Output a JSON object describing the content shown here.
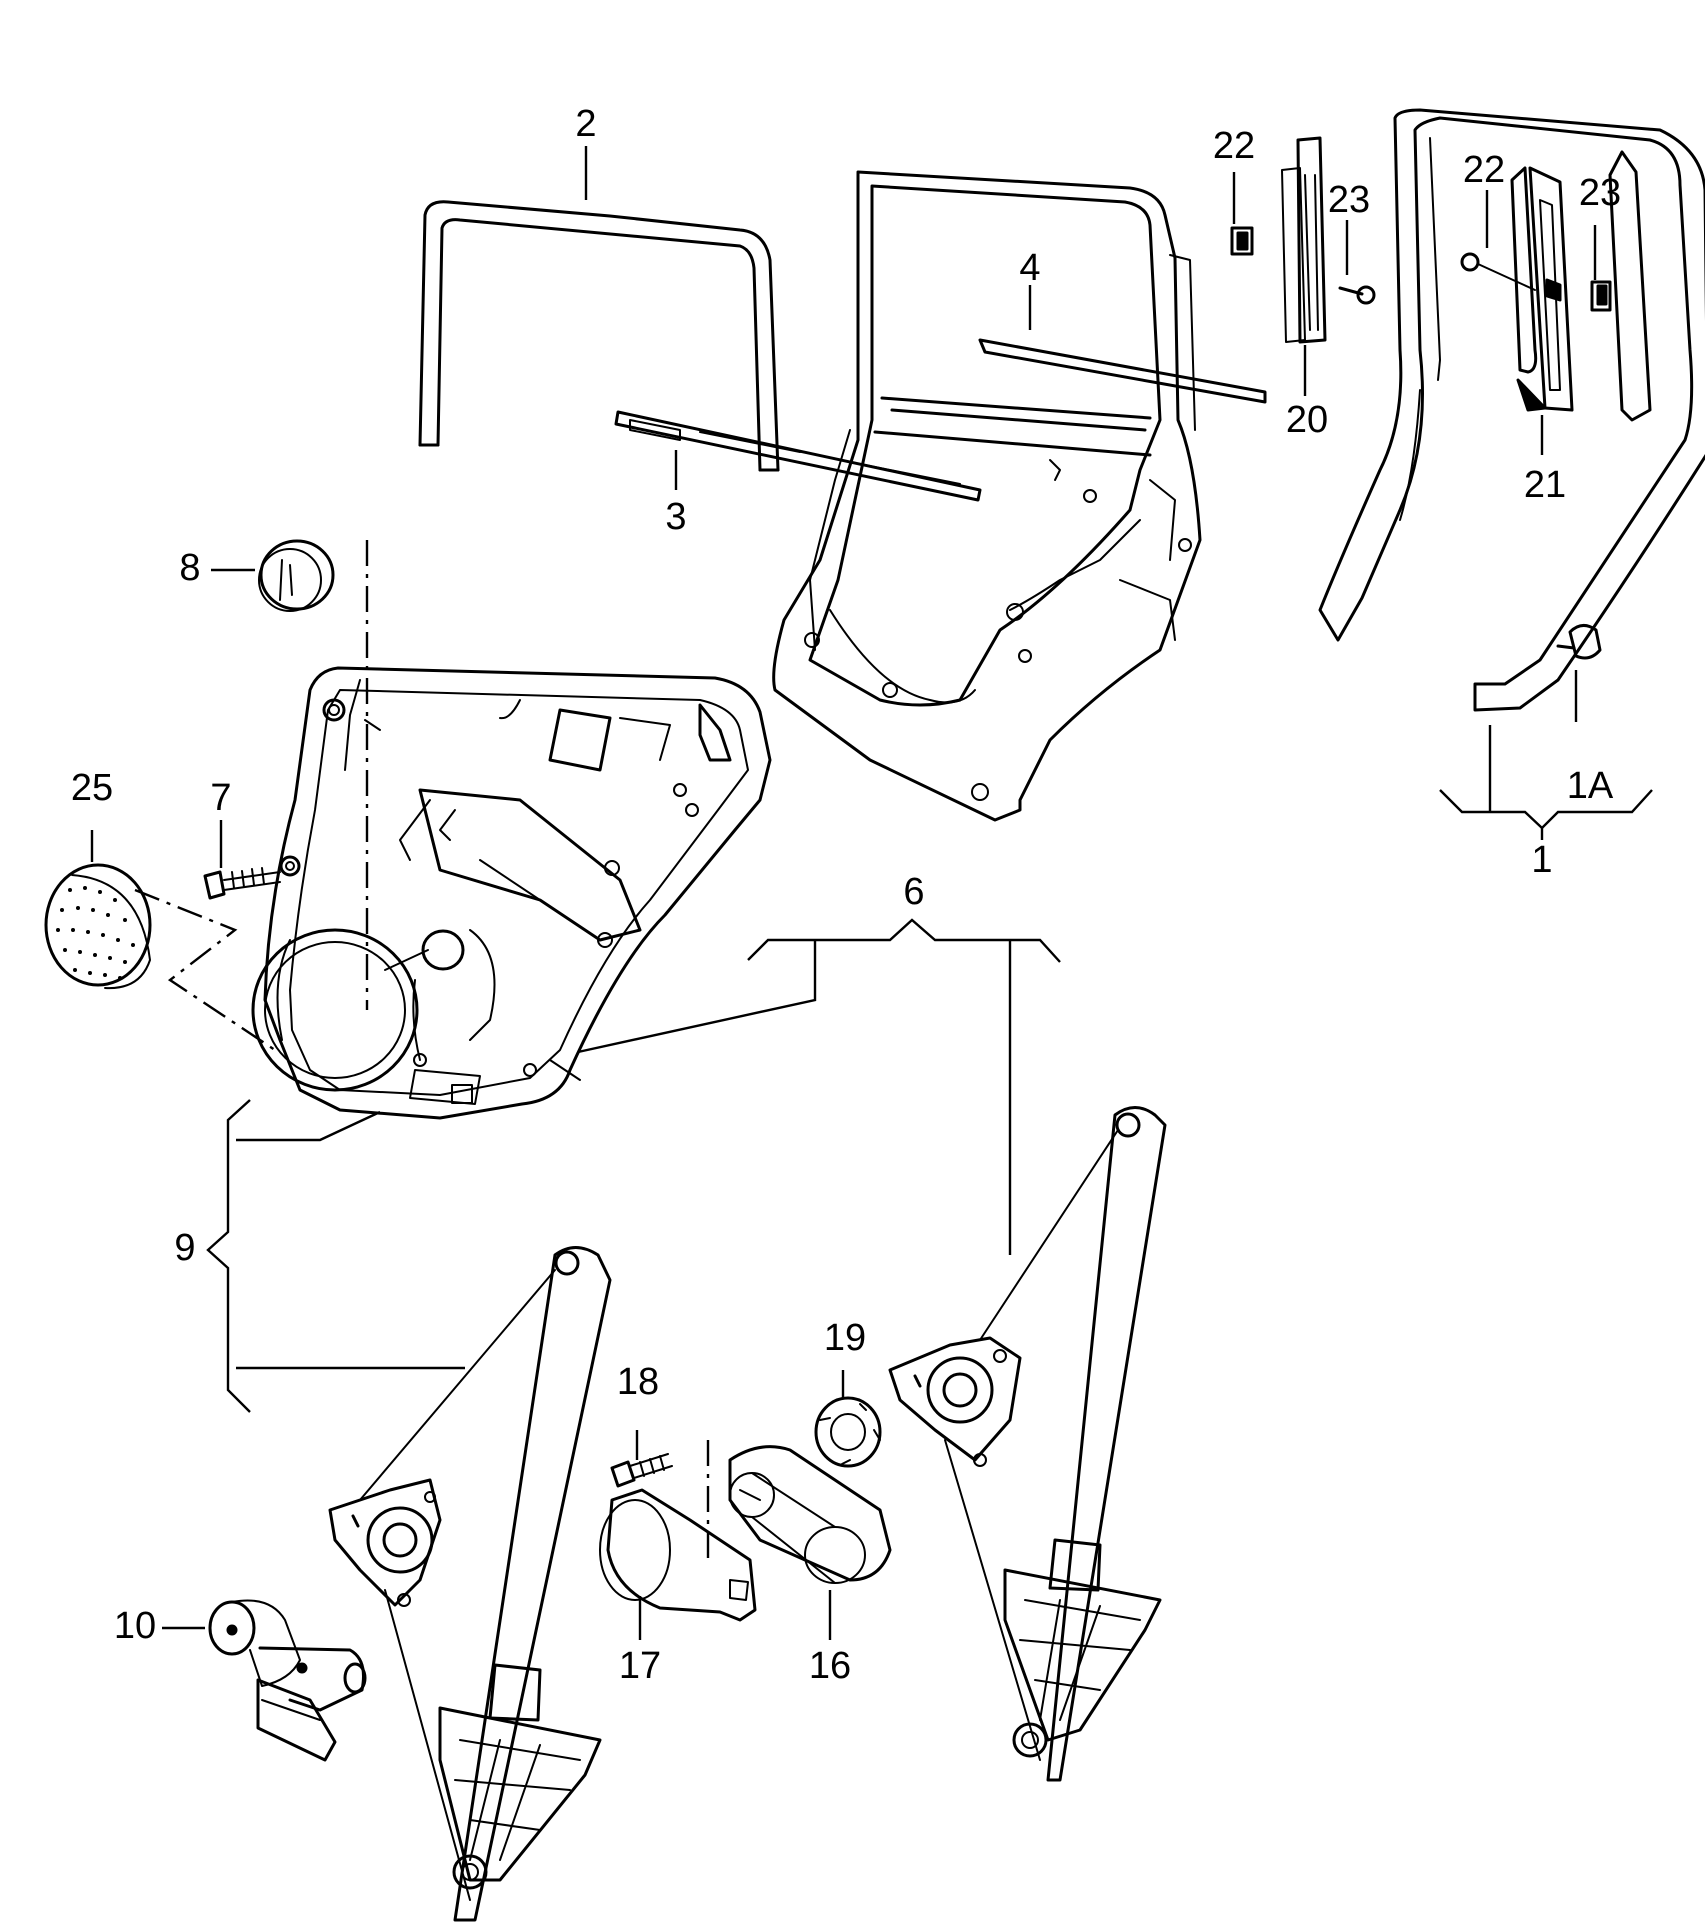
{
  "callouts": {
    "c1": "1",
    "c1a": "1A",
    "c2": "2",
    "c3": "3",
    "c4": "4",
    "c6": "6",
    "c7": "7",
    "c8": "8",
    "c9": "9",
    "c10": "10",
    "c16": "16",
    "c17": "17",
    "c18": "18",
    "c19": "19",
    "c20": "20",
    "c21": "21",
    "c22a": "22",
    "c22b": "22",
    "c23a": "23",
    "c23b": "23",
    "c25": "25"
  }
}
